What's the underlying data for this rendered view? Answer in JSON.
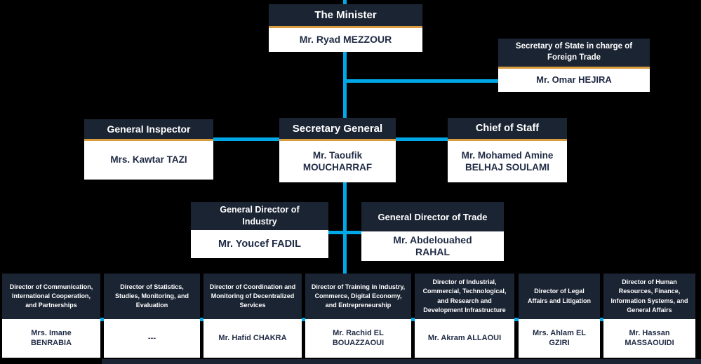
{
  "colors": {
    "background": "#000000",
    "header_navy": "#1B2433",
    "gold_accent": "#D99C3E",
    "connector_blue": "#00A8E8",
    "body_white": "#FFFFFF",
    "name_text_navy": "#1F2A44"
  },
  "nodes": {
    "minister": {
      "title": "The Minister",
      "name": "Mr. Ryad MEZZOUR"
    },
    "secretary_state": {
      "title": "Secretary of State in charge of Foreign Trade",
      "name": "Mr. Omar HEJIRA"
    },
    "general_inspector": {
      "title": "General Inspector",
      "name": "Mrs. Kawtar TAZI"
    },
    "secretary_general": {
      "title": "Secretary General",
      "name": "Mr. Taoufik MOUCHARRAF"
    },
    "chief_of_staff": {
      "title": "Chief of Staff",
      "name": "Mr. Mohamed Amine BELHAJ SOULAMI"
    },
    "gd_industry": {
      "title": "General Director of Industry",
      "name": "Mr. Youcef FADIL"
    },
    "gd_trade": {
      "title": "General Director of Trade",
      "name": "Mr. Abdelouahed RAHAL"
    },
    "directors": [
      {
        "title": "Director of Communication, International Cooperation, and Partnerships",
        "name": "Mrs. Imane BENRABIA"
      },
      {
        "title": "Director of Statistics, Studies, Monitoring, and Evaluation",
        "name": "---"
      },
      {
        "title": "Director of Coordination and Monitoring of Decentralized Services",
        "name": "Mr. Hafid CHAKRA"
      },
      {
        "title": "Director of Training in Industry, Commerce, Digital Economy, and Entrepreneurship",
        "name": "Mr. Rachid EL BOUAZZAOUI"
      },
      {
        "title": "Director of Industrial, Commercial, Technological, and Research and Development Infrastructure",
        "name": "Mr. Akram ALLAOUI"
      },
      {
        "title": "Director of Legal Affairs and Litigation",
        "name": "Mrs. Ahlam EL GZIRI"
      },
      {
        "title": "Director of Human Resources, Finance, Information Systems, and General Affairs",
        "name": "Mr. Hassan MASSAOUIDI"
      }
    ]
  }
}
